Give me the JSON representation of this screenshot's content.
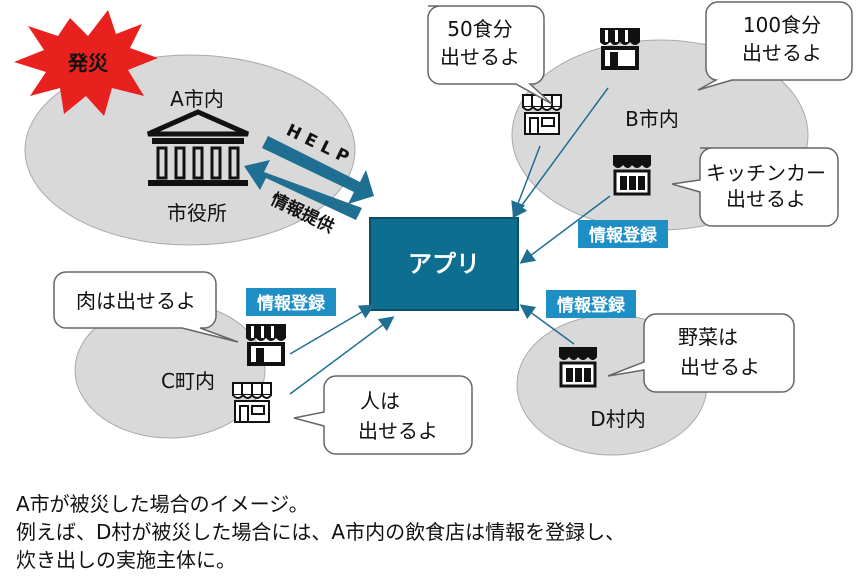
{
  "disaster_label": "発災",
  "regions": {
    "a": {
      "name": "A市内",
      "building": "市役所"
    },
    "b": {
      "name": "B市内"
    },
    "c": {
      "name": "C町内"
    },
    "d": {
      "name": "D村内"
    }
  },
  "arrows": {
    "help": "HELP",
    "info_provide": "情報提供"
  },
  "app_label": "アプリ",
  "register_tags": [
    "情報登録",
    "情報登録",
    "情報登録"
  ],
  "bubbles": {
    "b_left": [
      "50食分",
      "出せるよ"
    ],
    "b_right": [
      "100食分",
      "出せるよ"
    ],
    "b_kitchen": [
      "キッチンカー",
      "出せるよ"
    ],
    "c_meat": [
      "肉は出せるよ"
    ],
    "c_people": [
      "人は",
      "出せるよ"
    ],
    "d_veg": [
      "野菜は",
      "出せるよ"
    ]
  },
  "caption": [
    "A市が被災した場合のイメージ。",
    "例えば、D村が被災した場合には、A市内の飲食店は情報を登録し、",
    "炊き出しの実施主体に。"
  ],
  "colors": {
    "ellipse": "#d9d9d9",
    "app": "#0d6e8f",
    "tag": "#1e8fc4",
    "arrow": "#1f6f93",
    "burst": "#e8211f"
  }
}
